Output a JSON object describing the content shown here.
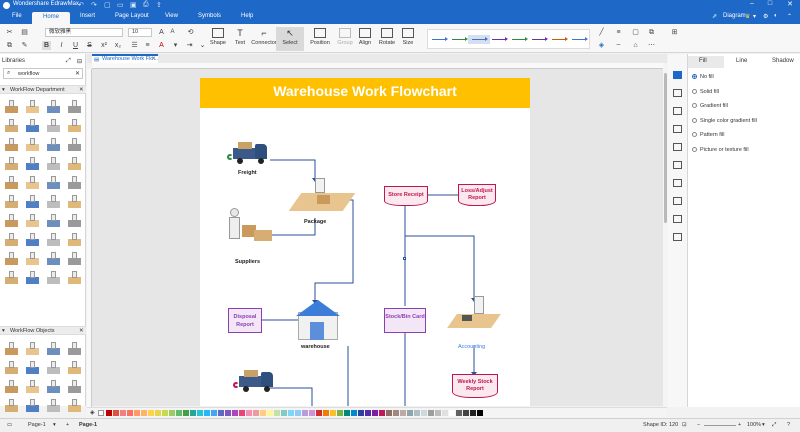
{
  "titlebar": {
    "app_title": "Wondershare EdrawMax",
    "qa_icons": [
      "undo-icon",
      "redo-icon",
      "new-icon",
      "open-icon",
      "save-icon",
      "print-icon",
      "export-icon"
    ],
    "window_controls": [
      "minimize",
      "restore",
      "close"
    ]
  },
  "menu": {
    "items": [
      "File",
      "Home",
      "Insert",
      "Page Layout",
      "View",
      "Symbols",
      "Help"
    ],
    "active": "Home",
    "right": {
      "diagram_label": "Diagram"
    }
  },
  "ribbon": {
    "font_name": "微软雅黑",
    "font_size": "10",
    "format_buttons": [
      "B",
      "I",
      "U",
      "S",
      "x²",
      "x₂"
    ],
    "tools": [
      {
        "label": "Shape",
        "enabled": true,
        "selected": false
      },
      {
        "label": "Text",
        "enabled": true,
        "selected": false
      },
      {
        "label": "Connector",
        "enabled": true,
        "selected": false
      },
      {
        "label": "Select",
        "enabled": true,
        "selected": true
      },
      {
        "label": "Position",
        "enabled": true,
        "selected": false
      },
      {
        "label": "Group",
        "enabled": false,
        "selected": false
      },
      {
        "label": "Align",
        "enabled": true,
        "selected": false
      },
      {
        "label": "Rotate",
        "enabled": true,
        "selected": false
      },
      {
        "label": "Size",
        "enabled": true,
        "selected": false
      }
    ],
    "line_styles": [
      {
        "color": "#4472c4"
      },
      {
        "color": "#2f8a3b"
      },
      {
        "color": "#4472c4"
      },
      {
        "color": "#7030a0"
      },
      {
        "color": "#2f8a3b"
      },
      {
        "color": "#7030a0"
      },
      {
        "color": "#c55a11"
      },
      {
        "color": "#4472c4"
      }
    ]
  },
  "library": {
    "title": "Libraries",
    "search_value": "workflow",
    "sections": [
      {
        "name": "WorkFlow Department"
      },
      {
        "name": "WorkFlow Objects"
      }
    ]
  },
  "document": {
    "tab_title": "Warehouse Work Flo..."
  },
  "flowchart": {
    "title": "Warehouse Work Flowchart",
    "title_bar_color": "#ffc000",
    "labels": {
      "freight": "Freight",
      "package": "Package",
      "suppliers": "Suppliers",
      "warehouse": "warehouse",
      "accounting": "Accounting"
    },
    "boxes": {
      "store_receipt": "Store Receipt",
      "loss_adjust": "Loss/Adjust Report",
      "disposal": "Disposal Report",
      "stock_bin": "Stock/Bin Card",
      "weekly_stock": "Weekly Stock Report"
    }
  },
  "right_panel": {
    "tabs": [
      "Fill",
      "Line",
      "Shadow"
    ],
    "active_tab": "Fill",
    "fill_options": [
      "No fill",
      "Solid fill",
      "Gradient fill",
      "Single color gradient fill",
      "Pattern fill",
      "Picture or texture fill"
    ],
    "selected_fill": "No fill",
    "icons": [
      "fill-icon",
      "image-icon",
      "shadow-icon",
      "page-icon",
      "chart-icon",
      "table-icon",
      "layers-icon",
      "list-icon",
      "fit-icon",
      "expand-icon"
    ]
  },
  "palette": [
    "#c00000",
    "#e74c3c",
    "#f08080",
    "#ff6f61",
    "#ff9966",
    "#ffb366",
    "#ffd24d",
    "#e8d44d",
    "#c9d94d",
    "#9ccc65",
    "#66bb6a",
    "#43a047",
    "#26a69a",
    "#26c6da",
    "#29b6f6",
    "#42a5f5",
    "#5c6bc0",
    "#7e57c2",
    "#ab47bc",
    "#ec407a",
    "#f48fb1",
    "#ef9a9a",
    "#ffcc80",
    "#fff59d",
    "#c5e1a5",
    "#80cbc4",
    "#81d4fa",
    "#90caf9",
    "#b39ddb",
    "#ce93d8",
    "#d32f2f",
    "#f57c00",
    "#fbc02d",
    "#7cb342",
    "#00897b",
    "#0288d1",
    "#303f9f",
    "#512da8",
    "#7b1fa2",
    "#c2185b",
    "#8d6e63",
    "#a1887f",
    "#bcaaa4",
    "#90a4ae",
    "#b0bec5",
    "#cfd8dc",
    "#9e9e9e",
    "#bdbdbd",
    "#e0e0e0",
    "#ffffff",
    "#616161",
    "#424242",
    "#212121",
    "#000000"
  ],
  "status": {
    "page_selector": "Page-1",
    "page_tab": "Page-1",
    "shape_id": "Shape ID: 120",
    "zoom": "100%"
  }
}
